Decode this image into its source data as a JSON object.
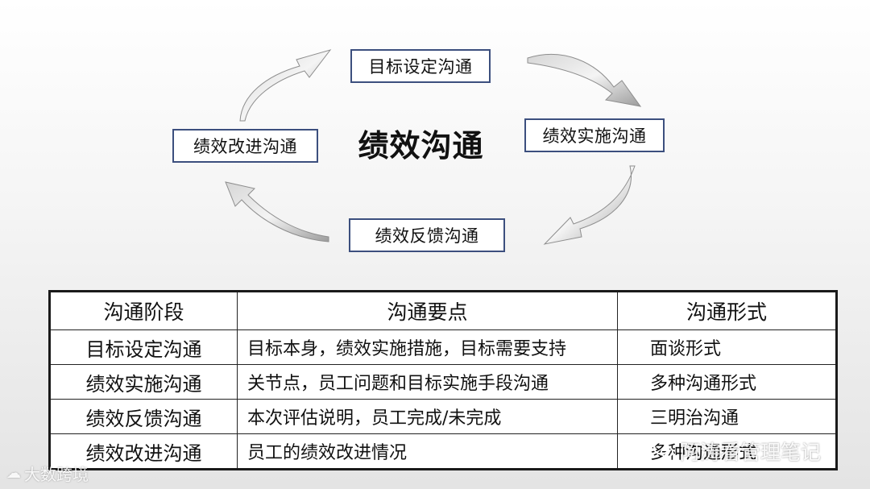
{
  "diagram": {
    "center_title": "绩效沟通",
    "stages": {
      "top": "目标设定沟通",
      "right": "绩效实施沟通",
      "bottom": "绩效反馈沟通",
      "left": "绩效改进沟通"
    },
    "arrow_color": "#9a9a9a",
    "box_border_color": "#3c4f7e"
  },
  "table": {
    "headers": [
      "沟通阶段",
      "沟通要点",
      "沟通形式"
    ],
    "rows": [
      [
        "目标设定沟通",
        "目标本身，绩效实施措施，目标需要支持",
        "面谈形式"
      ],
      [
        "绩效实施沟通",
        "关节点，员工问题和目标实施手段沟通",
        "多种沟通形式"
      ],
      [
        "绩效反馈沟通",
        "本次评估说明，员工完成/未完成",
        "三明治沟通"
      ],
      [
        "绩效改进沟通",
        "员工的绩效改进情况",
        "多种沟通形式"
      ]
    ]
  },
  "watermarks": {
    "source_text": "大数跨境",
    "source_icon": "cloud-logo-icon",
    "account_text": "阿涛看管理笔记",
    "account_icon": "wechat-icon"
  }
}
